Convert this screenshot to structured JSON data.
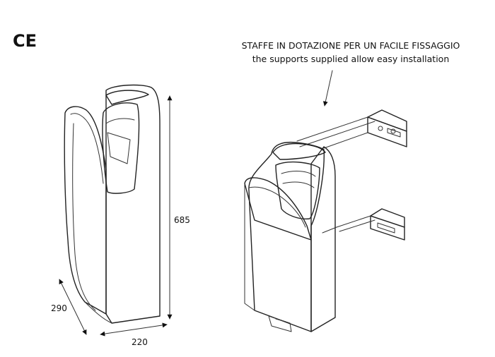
{
  "marks": {
    "ce": "CE"
  },
  "caption": {
    "italian": "STAFFE IN DOTAZIONE PER UN FACILE FISSAGGIO",
    "english": "the supports supplied allow easy installation"
  },
  "dimensions": {
    "height": "685",
    "depth": "290",
    "width": "220"
  },
  "colors": {
    "stroke": "#222222",
    "body_light": "#f4f4f4",
    "body_shade": "#d6d6d6",
    "bracket": "#e8e8e8"
  }
}
